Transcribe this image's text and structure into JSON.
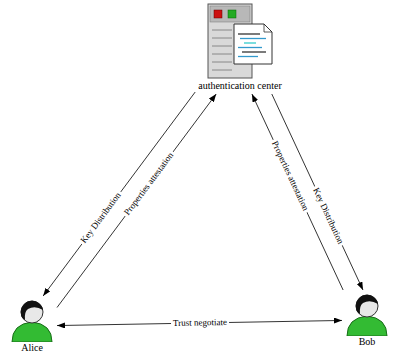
{
  "diagram": {
    "nodes": [
      {
        "text": [
          "authentication center"
        ]
      },
      {
        "text": [
          "Alice"
        ]
      },
      {
        "text": [
          "Bob"
        ]
      }
    ],
    "edges": [
      {
        "from": 1,
        "to": 0,
        "label": "Properties attestation",
        "arrow": "to"
      },
      {
        "from": 0,
        "to": 1,
        "label": "Key Distribution",
        "arrow": "to"
      },
      {
        "from": 2,
        "to": 0,
        "label": "Properties attestation",
        "arrow": "to"
      },
      {
        "from": 0,
        "to": 2,
        "label": "Key Distribution",
        "arrow": "to"
      },
      {
        "from": 1,
        "to": 2,
        "label": "Trust negotiate",
        "arrow": "both"
      }
    ]
  }
}
